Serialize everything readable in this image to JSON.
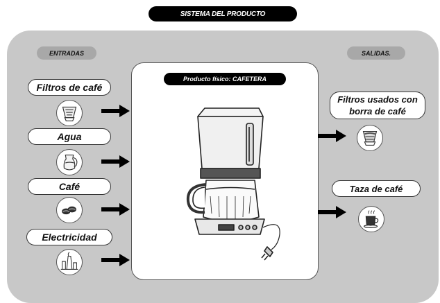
{
  "title": "SISTEMA DEL PRODUCTO",
  "inputs_header": "ENTRADAS",
  "outputs_header": "SALIDAS.",
  "product_label": "Producto físico: CAFETERA",
  "inputs": [
    {
      "label": "Filtros de café",
      "icon": "coffee-filter-icon"
    },
    {
      "label": "Agua",
      "icon": "water-pitcher-icon"
    },
    {
      "label": "Café",
      "icon": "coffee-beans-icon"
    },
    {
      "label": "Electricidad",
      "icon": "power-plant-icon"
    }
  ],
  "outputs": [
    {
      "label": "Filtros usados con borra de café",
      "icon": "used-filter-icon"
    },
    {
      "label": "Taza de café",
      "icon": "coffee-cup-icon"
    }
  ],
  "colors": {
    "panel": "#c8c8c8",
    "pill_dark": "#000000",
    "section_pill": "#a8a8a8"
  }
}
